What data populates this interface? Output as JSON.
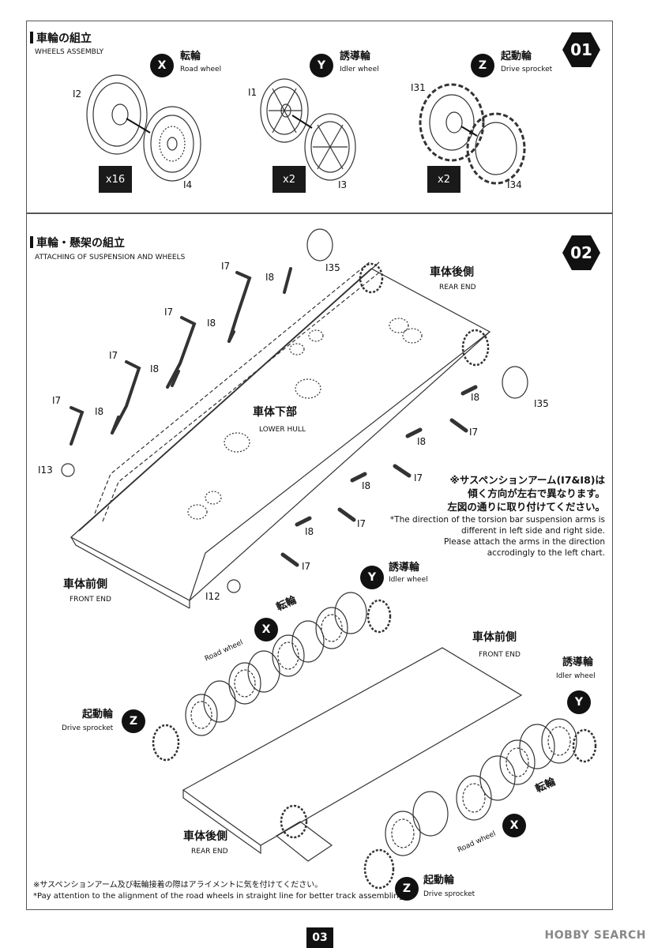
{
  "step1": {
    "number": "01",
    "title_jp": "車輪の組立",
    "title_en": "WHEELS ASSEMBLY",
    "items": [
      {
        "letter": "X",
        "name_jp": "転輪",
        "name_en": "Road wheel",
        "parts": [
          "I2",
          "I4"
        ],
        "qty": "x16"
      },
      {
        "letter": "Y",
        "name_jp": "誘導輪",
        "name_en": "Idler wheel",
        "parts": [
          "I1",
          "I3"
        ],
        "qty": "x2"
      },
      {
        "letter": "Z",
        "name_jp": "起動輪",
        "name_en": "Drive sprocket",
        "parts": [
          "I31",
          "I34"
        ],
        "qty": "x2"
      }
    ]
  },
  "step2": {
    "number": "02",
    "title_jp": "車輪・懸架の組立",
    "title_en": "ATTACHING OF SUSPENSION AND WHEELS",
    "labels": {
      "rear_jp": "車体後側",
      "rear_en": "REAR END",
      "lower_jp": "車体下部",
      "lower_en": "LOWER HULL",
      "front_jp": "車体前側",
      "front_en": "FRONT END"
    },
    "parts": {
      "i135": "I35",
      "i13": "I13",
      "i12": "I12",
      "i17": "I7",
      "i18": "I8"
    },
    "note_jp_1": "※サスペンションアーム(I7&I8)は",
    "note_jp_2": "傾く方向が左右で異なります。",
    "note_jp_3": "左図の通りに取り付けてください。",
    "note_en_1": "*The direction of the torsion bar suspension arms is",
    "note_en_2": "different in left side and right side.",
    "note_en_3": "Please attach the arms in the direction",
    "note_en_4": "accrodingly to the left chart.",
    "lower_view": {
      "idler_jp": "誘導輪",
      "idler_en": "Idler wheel",
      "road_jp": "転輪",
      "road_en": "Road wheel",
      "drive_jp": "起動輪",
      "drive_en": "Drive sprocket",
      "front_jp": "車体前側",
      "front_en": "FRONT END",
      "rear_jp": "車体後側",
      "rear_en": "REAR END",
      "x": "X",
      "y": "Y",
      "z": "Z"
    },
    "footnote_jp": "※サスペンションアーム及び転輪接着の際はアライメントに気を付けてください。",
    "footnote_en": "*Pay attention to the alignment of the road wheels in straight line for better track assembling."
  },
  "page_number": "03",
  "watermark": "HOBBY SEARCH"
}
